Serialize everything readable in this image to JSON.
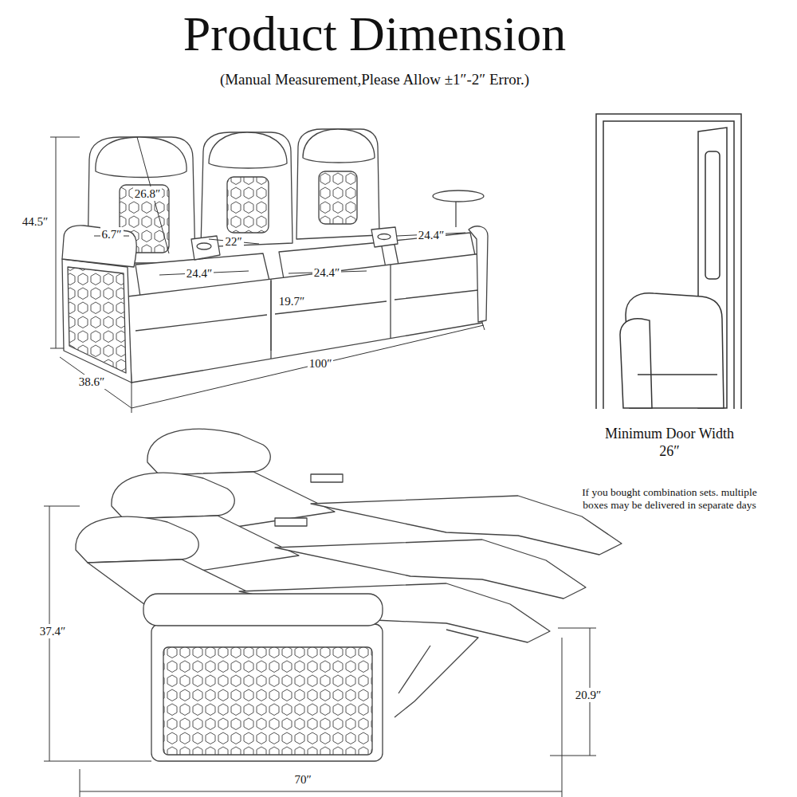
{
  "diagram": {
    "title": "Product Dimension",
    "labels": [
      "(Manual Measurement,Please Allow ±1″-2″ Error.)",
      "44.5″",
      "26.8″",
      "6.7″",
      "22″",
      "24.4″",
      "24.4″",
      "24.4″",
      "19.7″",
      "100″",
      "38.6″",
      "Minimum Door Width 26″",
      "If you bought combination sets. multiple boxes may be delivered in separate days",
      "37.4″",
      "20.9″",
      "70″"
    ]
  }
}
